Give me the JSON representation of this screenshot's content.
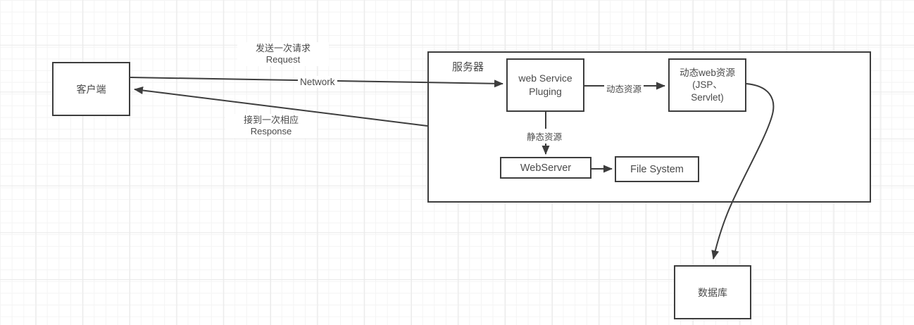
{
  "diagram": {
    "nodes": {
      "client": {
        "label": "客户端"
      },
      "server_group": {
        "label": "服务器"
      },
      "web_service_plugin": {
        "lines": [
          "web Service",
          "Pluging"
        ]
      },
      "dynamic_web_resource": {
        "lines": [
          "动态web资源",
          "(JSP、",
          "Servlet)"
        ]
      },
      "web_server": {
        "label": "WebServer"
      },
      "file_system": {
        "label": "File System"
      },
      "database": {
        "label": "数据库"
      }
    },
    "edge_labels": {
      "request_cn": "发送一次请求",
      "request_en": "Request",
      "network": "Network",
      "response_cn": "接到一次相应",
      "response_en": "Response",
      "dynamic_resource": "动态资源",
      "static_resource": "静态资源"
    },
    "colors": {
      "stroke": "#3d3d3d",
      "text": "#4a4a4a",
      "background": "#ffffff",
      "grid_minor": "#f4f4f4",
      "grid_major": "#e9e9e9"
    }
  }
}
